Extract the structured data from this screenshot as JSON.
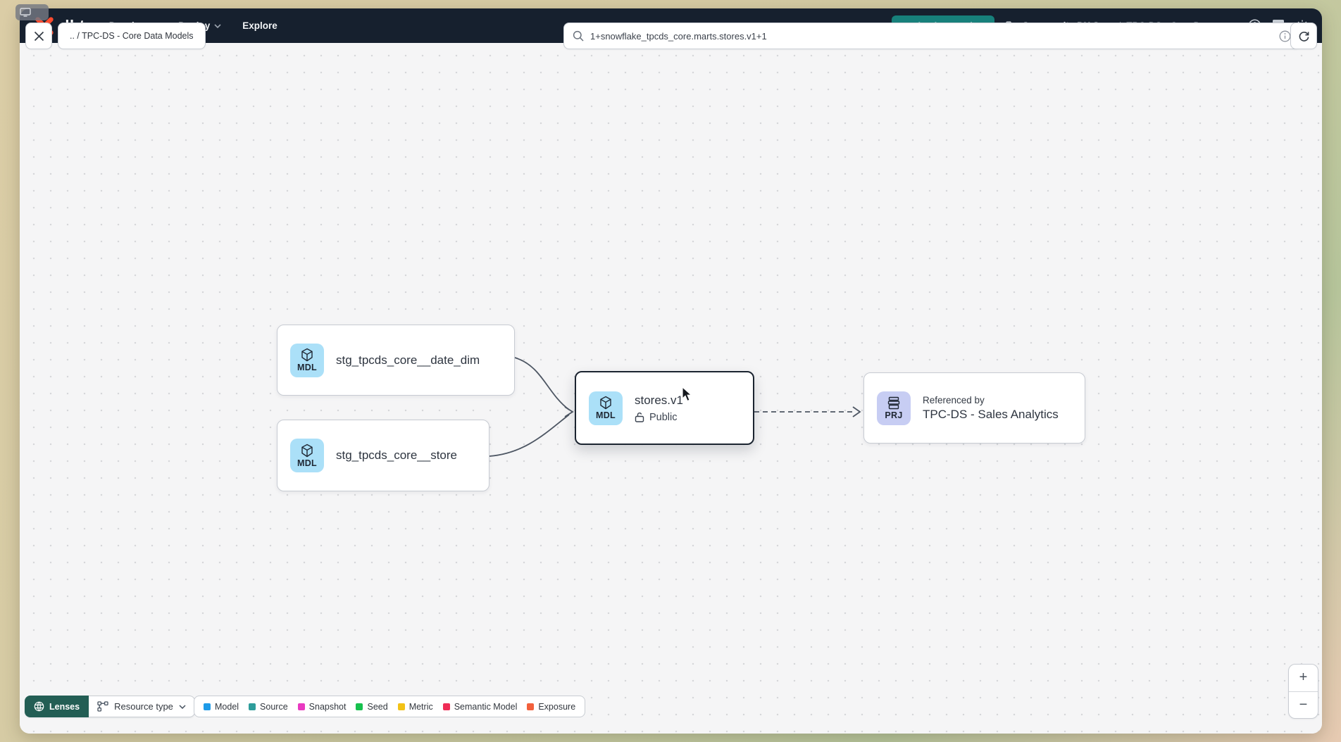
{
  "navbar": {
    "logo_text": "dbt",
    "menu": [
      {
        "label": "Develop"
      },
      {
        "label": "Deploy"
      },
      {
        "label": "Explore"
      }
    ],
    "preview_badge": "Navigation preview",
    "breadcrumb": {
      "project": "Community DX Sa...",
      "separator": "/",
      "section": "TPC-DS - Core Data ..."
    }
  },
  "toolbar": {
    "path_chip": ".. / TPC-DS - Core Data Models",
    "search_value": "1+snowflake_tpcds_core.marts.stores.v1+1"
  },
  "graph": {
    "nodes": [
      {
        "badge": "MDL",
        "title": "stg_tpcds_core__date_dim"
      },
      {
        "badge": "MDL",
        "title": "stg_tpcds_core__store"
      },
      {
        "badge": "MDL",
        "title": "stores.v1",
        "access": "Public"
      },
      {
        "badge": "PRJ",
        "subtitle": "Referenced by",
        "title": "TPC-DS - Sales Analytics"
      }
    ]
  },
  "footer": {
    "lenses_label": "Lenses",
    "resource_type_label": "Resource type",
    "legend": [
      {
        "label": "Model",
        "color": "#1e9be8"
      },
      {
        "label": "Source",
        "color": "#2e9d9b"
      },
      {
        "label": "Snapshot",
        "color": "#e93ac1"
      },
      {
        "label": "Seed",
        "color": "#17c14e"
      },
      {
        "label": "Metric",
        "color": "#f2c217"
      },
      {
        "label": "Semantic Model",
        "color": "#ef2d56"
      },
      {
        "label": "Exposure",
        "color": "#f2603c"
      }
    ],
    "zoom_in": "+",
    "zoom_out": "−"
  }
}
